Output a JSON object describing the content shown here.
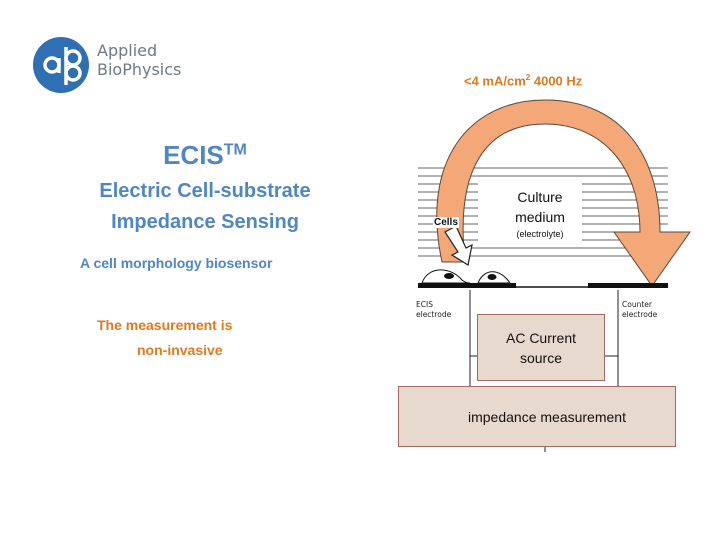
{
  "logo": {
    "monogram": "abp",
    "line1": "Applied",
    "line2": "BioPhysics"
  },
  "title": {
    "main": "ECIS",
    "trademark": "TM",
    "line2": "Electric Cell-substrate",
    "line3": "Impedance Sensing",
    "subtitle": "A cell morphology biosensor"
  },
  "note": {
    "line1": "The measurement is",
    "line2": "non-invasive"
  },
  "diagram": {
    "current_label_prefix": "<4 mA/cm",
    "current_label_sup": "2",
    "current_label_suffix": " 4000 Hz",
    "culture_line1": "Culture",
    "culture_line2": "medium",
    "culture_line3": "(electrolyte)",
    "cells_label": "Cells",
    "ecis_electrode_line1": "ECIS",
    "ecis_electrode_line2": "electrode",
    "counter_electrode_line1": "Counter",
    "counter_electrode_line2": "electrode",
    "ac_source_line1": "AC Current",
    "ac_source_line2": "source",
    "impedance_label": "impedance measurement",
    "colors": {
      "arrow_fill": "#f4a777",
      "arrow_stroke": "#5a4a40",
      "box_fill": "#e8d9cf",
      "box_border": "#a06a60",
      "title_blue": "#4f86c6",
      "note_orange": "#e07a1f",
      "logo_blue": "#2f6fb3"
    }
  }
}
